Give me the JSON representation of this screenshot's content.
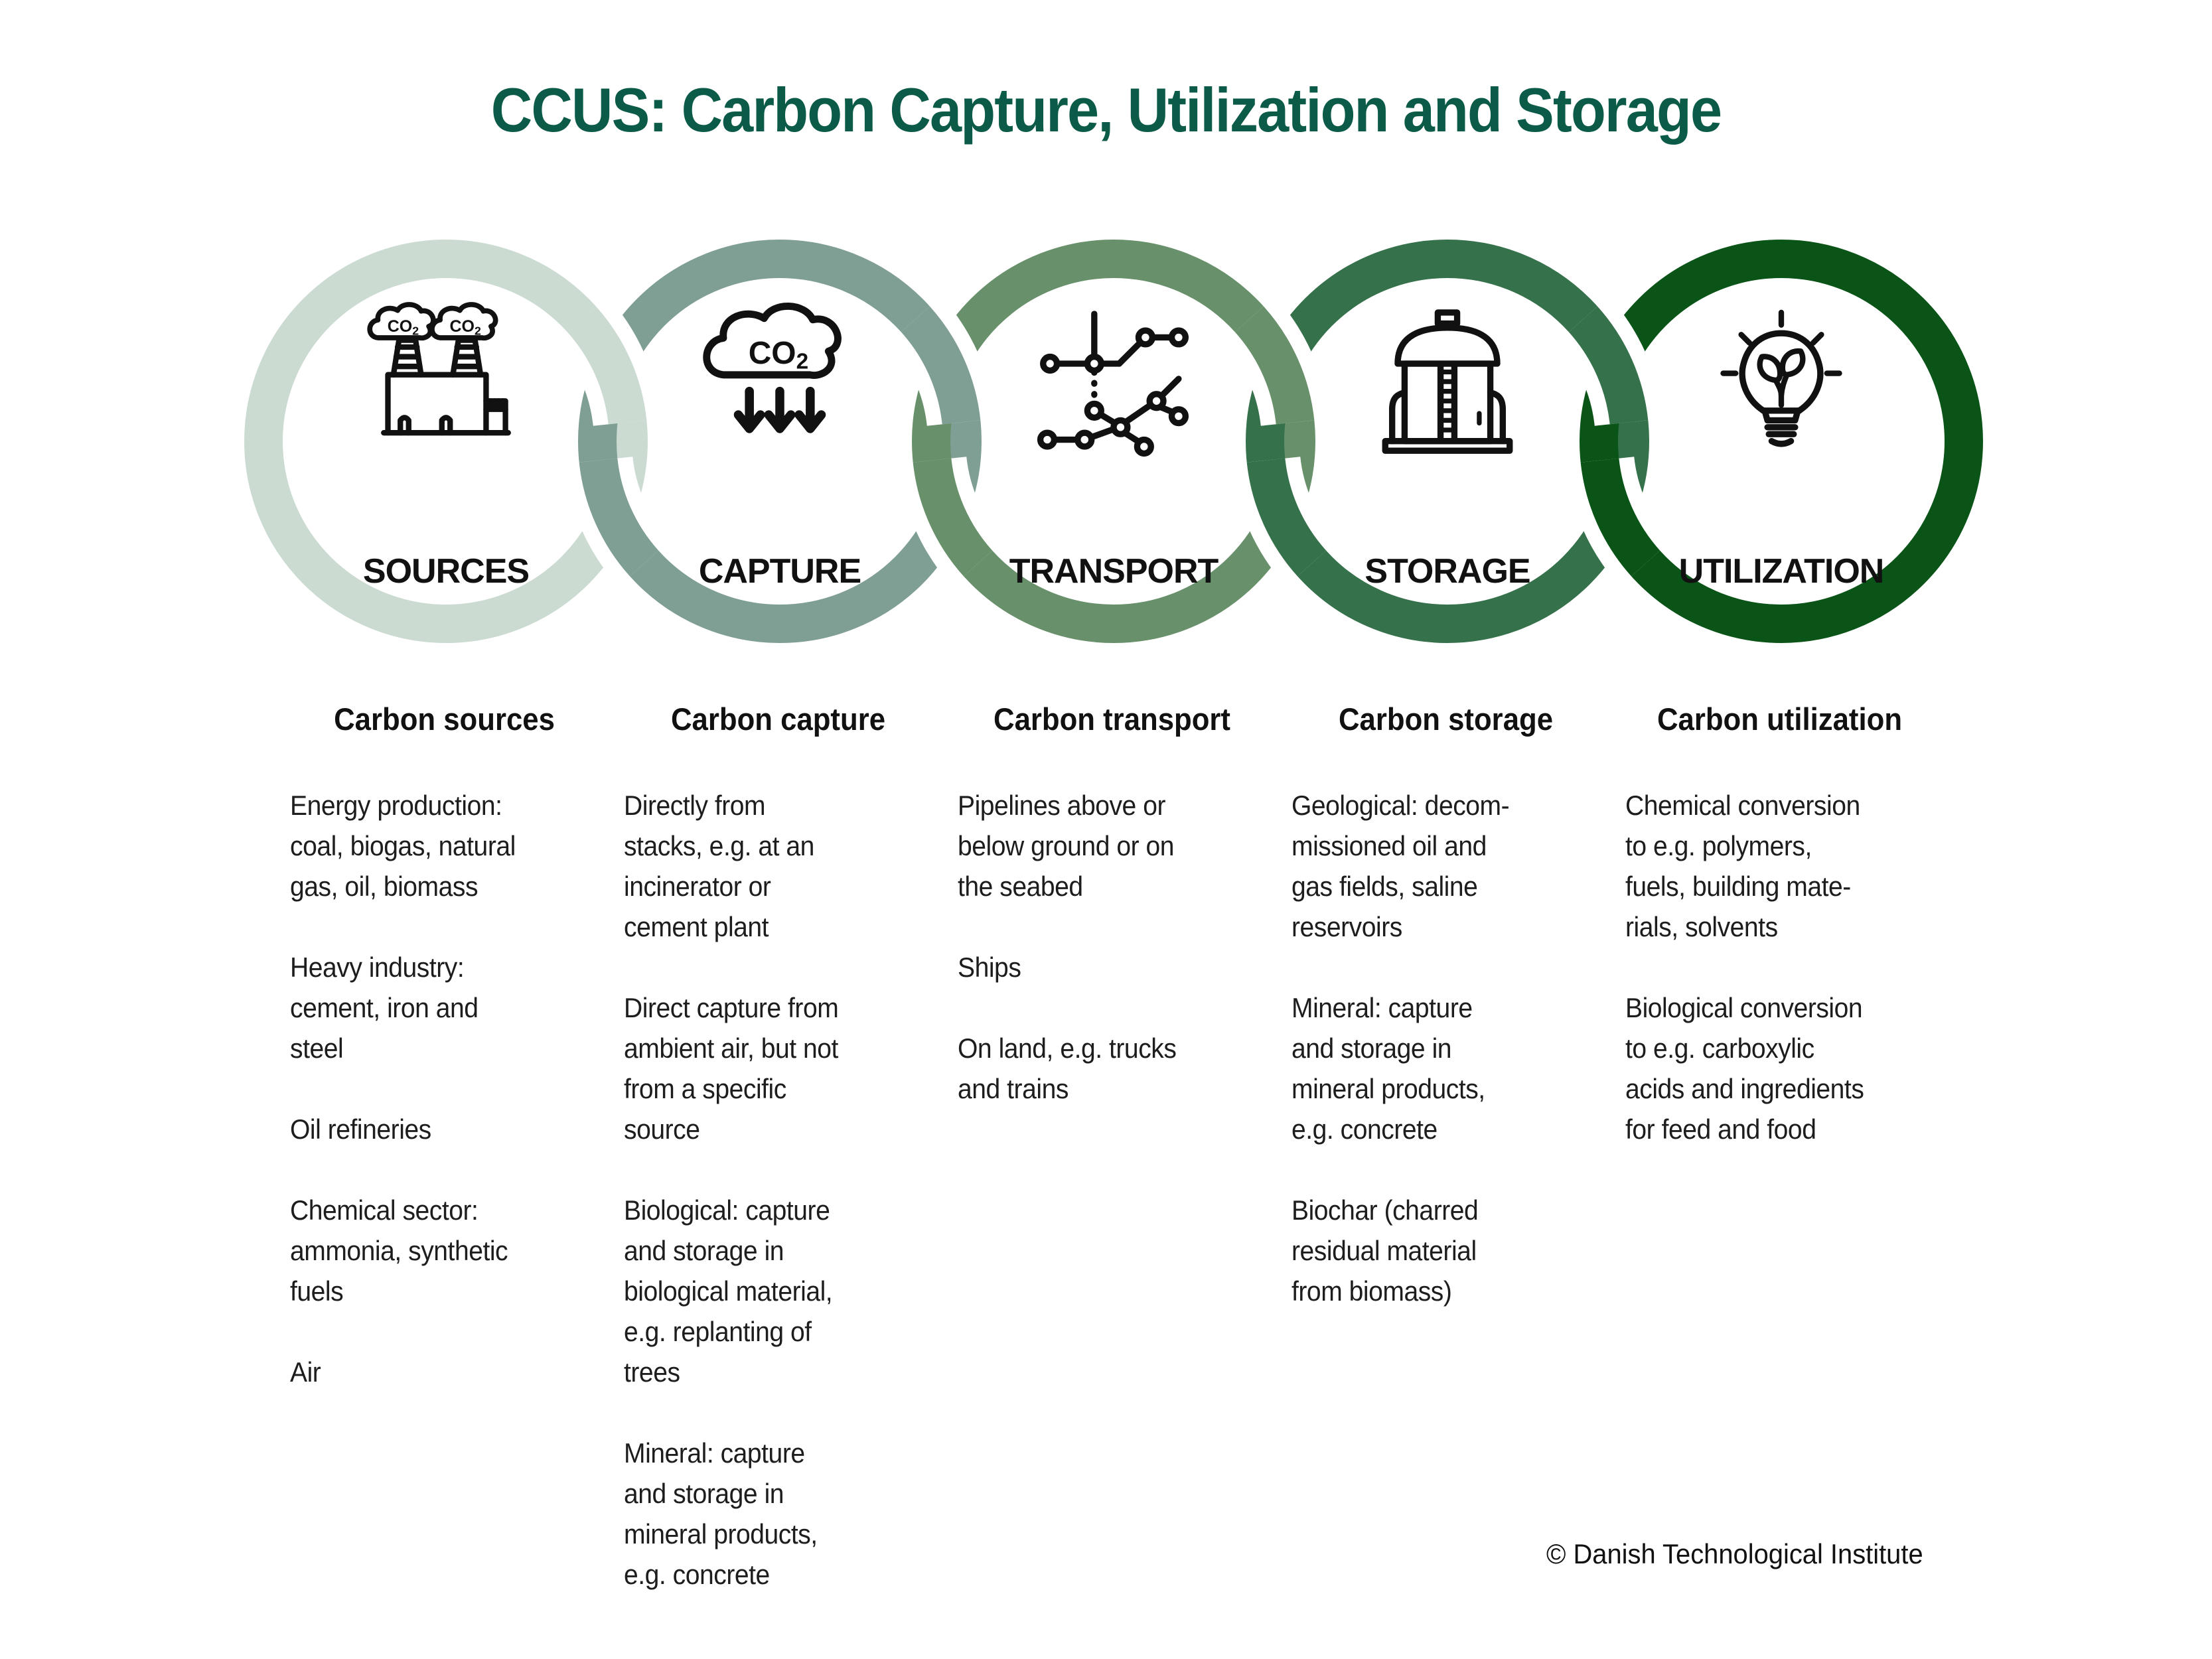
{
  "title": "CCUS: Carbon Capture, Utilization and Storage",
  "footer": "© Danish Technological Institute",
  "colors": {
    "title": "#0c5b48",
    "body_text": "#1d1d1d",
    "icon_stroke": "#111111",
    "background": "#ffffff"
  },
  "stages": [
    {
      "label": "SOURCES",
      "icon": "factory-emissions-icon",
      "icon_text": {
        "co": "CO",
        "sub": "2"
      },
      "ring_color": "#cbdbd2",
      "column_title": "Carbon sources",
      "paragraphs": [
        "Energy production:\ncoal, biogas, natural\ngas, oil, biomass",
        "Heavy industry:\ncement, iron and\nsteel",
        "Oil refineries",
        "Chemical sector:\nammonia, synthetic\nfuels",
        "Air"
      ]
    },
    {
      "label": "CAPTURE",
      "icon": "co2-cloud-capture-icon",
      "icon_text": {
        "co": "CO",
        "sub": "2"
      },
      "ring_color": "#7f9e94",
      "column_title": "Carbon capture",
      "paragraphs": [
        "Directly from\nstacks, e.g. at an\nincinerator or\ncement plant",
        "Direct capture from\nambient air, but not\nfrom a specific\nsource",
        "Biological: capture\nand storage in\nbiological material,\ne.g. replanting of\ntrees",
        "Mineral: capture\nand storage in\nmineral products,\ne.g. concrete"
      ]
    },
    {
      "label": "TRANSPORT",
      "icon": "pipeline-network-icon",
      "ring_color": "#68906a",
      "column_title": "Carbon transport",
      "paragraphs": [
        "Pipelines above or\nbelow ground or on\nthe seabed",
        "Ships",
        "On land, e.g. trucks\nand trains"
      ]
    },
    {
      "label": "STORAGE",
      "icon": "storage-tank-icon",
      "ring_color": "#35714a",
      "column_title": "Carbon storage",
      "paragraphs": [
        "Geological: decom-\nmissioned oil and\ngas fields, saline\nreservoirs",
        "Mineral: capture\nand storage in\nmineral products,\ne.g. concrete",
        "Biochar (charred\nresidual material\nfrom biomass)"
      ]
    },
    {
      "label": "UTILIZATION",
      "icon": "eco-lightbulb-icon",
      "ring_color": "#0a5418",
      "column_title": "Carbon utilization",
      "paragraphs": [
        "Chemical conversion\nto e.g. polymers,\nfuels, building mate-\nrials, solvents",
        "Biological conversion\nto e.g. carboxylic\nacids and ingredients\nfor feed and food"
      ]
    }
  ]
}
